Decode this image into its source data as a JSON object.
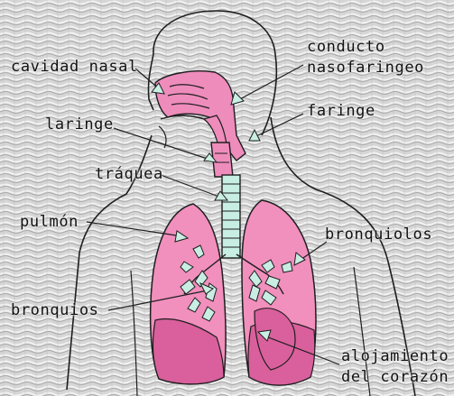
{
  "colors": {
    "background": "#d8d8d8",
    "lung_fill": "#f18fbd",
    "lung_dark": "#d9609c",
    "airway_fill": "#ee8cbc",
    "trachea_fill": "#c8eee3",
    "arrow_fill": "#c9eee2",
    "outline": "#1e1e1e"
  },
  "labels": {
    "cavidad_nasal": "cavidad nasal",
    "conducto": "conducto",
    "nasofaringeo": "nasofaringeo",
    "faringe": "faringe",
    "laringe": "laringe",
    "traquea": "tráquea",
    "pulmon": "pulmón",
    "bronquiolos": "bronquiolos",
    "bronquios": "bronquios",
    "alojamiento": "alojamiento",
    "del_corazon": "del corazón"
  }
}
